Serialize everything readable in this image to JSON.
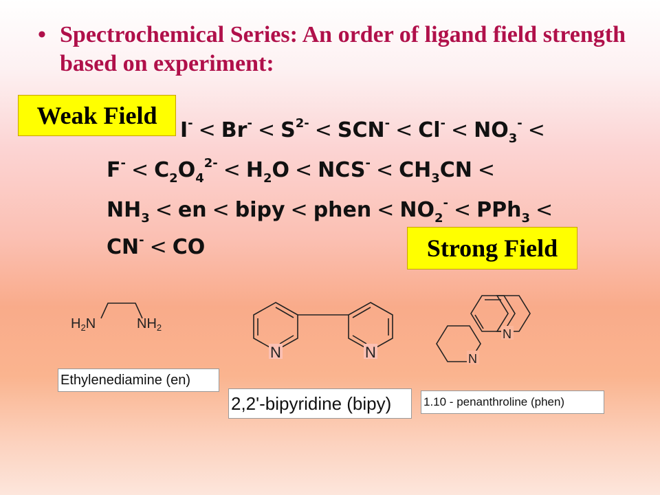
{
  "heading": {
    "bullet": "•",
    "text": "Spectrochemical Series: An order of ligand field strength based on experiment:"
  },
  "badges": {
    "weak": "Weak Field",
    "strong": "Strong Field"
  },
  "series": {
    "separator": "<",
    "lines": [
      [
        {
          "t": "I",
          "sup": "-"
        },
        {
          "t": "Br",
          "sup": "-"
        },
        {
          "t": "S",
          "sup": "2-"
        },
        {
          "t": "SCN",
          "sup": "-"
        },
        {
          "t": "Cl",
          "sup": "-"
        },
        {
          "t": "NO",
          "sub": "3",
          "sup": "-"
        }
      ],
      [
        {
          "t": "F",
          "sup": "-"
        },
        {
          "t": "C",
          "sub": "2",
          "t2": "O",
          "sub2": "4",
          "sup": "2-"
        },
        {
          "t": "H",
          "sub": "2",
          "t2": "O"
        },
        {
          "t": "NCS",
          "sup": "-"
        },
        {
          "t": "CH",
          "sub": "3",
          "t2": "CN"
        }
      ],
      [
        {
          "t": "NH",
          "sub": "3"
        },
        {
          "t": "en"
        },
        {
          "t": "bipy"
        },
        {
          "t": "phen"
        },
        {
          "t": "NO",
          "sub": "2",
          "sup": "-"
        },
        {
          "t": "PPh",
          "sub": "3"
        }
      ],
      [
        {
          "t": "CN",
          "sup": "-"
        },
        {
          "t": "CO"
        }
      ]
    ],
    "trailing_separator": [
      true,
      true,
      true,
      false
    ]
  },
  "structures": {
    "en_left": "H",
    "en_left_sub": "2",
    "en_left_n": "N",
    "en_right_n": "NH",
    "en_right_sub": "2",
    "ring_n": "N"
  },
  "captions": {
    "en": "Ethylenediamine (en)",
    "bipy": "2,2'-bipyridine (bipy)",
    "phen": "1.10 - penanthroline (phen)"
  }
}
